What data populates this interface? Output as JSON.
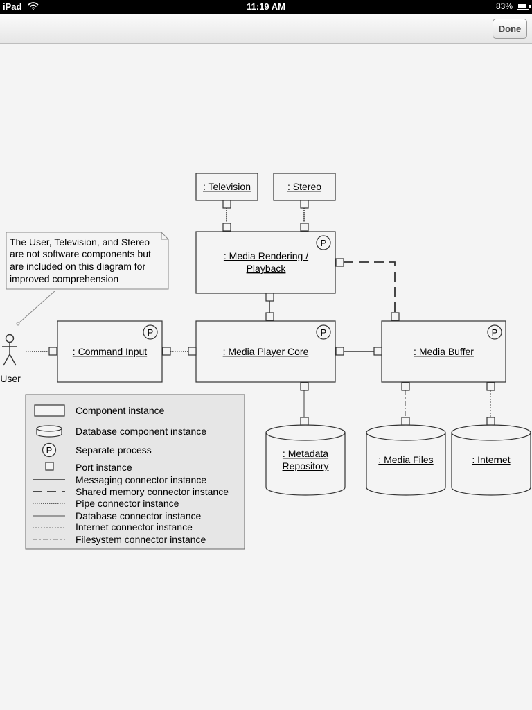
{
  "status_bar": {
    "device": "iPad",
    "time": "11:19 AM",
    "battery": "83%",
    "battery_level": 0.83
  },
  "toolbar": {
    "done_label": "Done"
  },
  "diagram": {
    "components": {
      "television": ": Television",
      "stereo": ": Stereo",
      "rendering": [
        ": Media Rendering /",
        "Playback"
      ],
      "command_input": ": Command Input",
      "core": ": Media Player Core",
      "buffer": ": Media Buffer"
    },
    "process_marker": "P",
    "databases": {
      "metadata": [
        ": Metadata",
        "Repository"
      ],
      "media_files": ": Media Files",
      "internet": ": Internet"
    },
    "actor_label": "User",
    "note_lines": [
      "The User, Television, and Stereo",
      "are not software components but",
      "are included on this diagram for",
      "improved comprehension"
    ],
    "legend": [
      "Component instance",
      "Database component instance",
      "Separate process",
      "Port instance",
      "Messaging connector instance",
      "Shared memory connector instance",
      "Pipe connector instance",
      "Database connector instance",
      "Internet connector instance",
      "Filesystem connector instance"
    ]
  }
}
